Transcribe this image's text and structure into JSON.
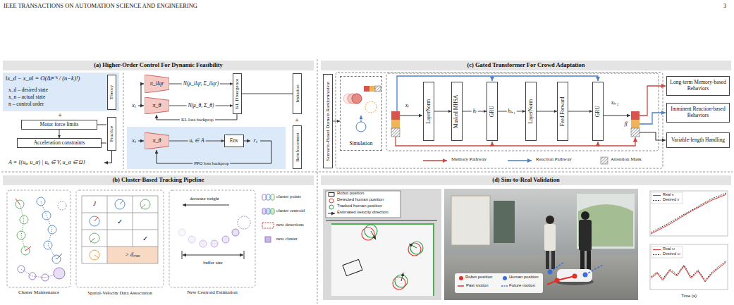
{
  "diagram": {
    "nodes": [
      {
        "text": [
          "(a) Higher-Order Control For Dynamic Feasibility"
        ]
      },
      {
        "text": [
          "‖x_d − x_n‖ = O(Δtⁿ⁻ᵏ / (n−k)!)",
          "x_d – desired state",
          "x_n – actual state",
          "n – control order"
        ]
      },
      {
        "text": [
          "Theory"
        ],
        "in": 1
      },
      {
        "text": [
          "Motor force limits"
        ]
      },
      {
        "text": [
          "Acceleration constraints"
        ]
      },
      {
        "text": [
          "Practice"
        ]
      },
      {
        "text": [
          "π_ilqr"
        ]
      },
      {
        "text": [
          "π_θ"
        ]
      },
      {
        "text": [
          "KL Divergence"
        ]
      },
      {
        "text": [
          "Imitation"
        ]
      },
      {
        "text": [
          "π_θ"
        ]
      },
      {
        "text": [
          "Env"
        ]
      },
      {
        "text": [
          "Reinforcement"
        ]
      },
      {
        "text": [
          "(c) Gated Transformer For Crowd Adaptation"
        ]
      },
      {
        "text": [
          "Scenario-Based Domain Randomization"
        ]
      },
      {
        "text": [
          "Simulation"
        ]
      },
      {
        "text": [
          "LayerNorm"
        ]
      },
      {
        "text": [
          "Masked MHSA"
        ]
      },
      {
        "text": [
          "GRU"
        ]
      },
      {
        "text": [
          "LayerNorm"
        ]
      },
      {
        "text": [
          "Feed Forward"
        ]
      },
      {
        "text": [
          "GRU"
        ]
      },
      {
        "text": [
          "Long-term Memory-based Behaviors"
        ]
      },
      {
        "text": [
          "Imminent Reaction-based Behaviors"
        ]
      },
      {
        "text": [
          "Variable-length Handling"
        ]
      },
      {
        "text": [
          "(b) Cluster-Based Tracking Pipeline"
        ]
      },
      {
        "text": [
          "(d) Sim-to-Real Validation"
        ]
      }
    ],
    "edges": [
      {
        "from": 3,
        "to": 4,
        "arrow": "to"
      },
      {
        "from": 6,
        "to": 8,
        "label": "N(μ_ilqr, Σ_ilqr)",
        "arrow": "to"
      },
      {
        "from": 7,
        "to": 8,
        "label": "N(μ_θ, Σ_θ)",
        "arrow": "to"
      },
      {
        "from": 8,
        "to": 9,
        "arrow": "none"
      },
      {
        "from": 10,
        "to": 11,
        "label": "uₜ ∈ A",
        "arrow": "to"
      },
      {
        "from": 14,
        "to": 15,
        "arrow": "to"
      },
      {
        "from": 16,
        "to": 17,
        "arrow": "to"
      },
      {
        "from": 17,
        "to": 18,
        "label": "hₗ",
        "arrow": "to"
      },
      {
        "from": 18,
        "to": 19,
        "label": "hₗ₊₁",
        "arrow": "to"
      },
      {
        "from": 19,
        "to": 20,
        "arrow": "to"
      },
      {
        "from": 20,
        "to": 21,
        "arrow": "to"
      }
    ],
    "labels": [
      "IEEE TRANSACTIONS ON AUTOMATION SCIENCE AND ENGINEERING",
      "3",
      "+",
      "A = {(uₐ, u_α) | uₐ ∈ V, u_α ∈ Ω}",
      "xₜ",
      "KL loss backprop",
      "+",
      "xₜ",
      "rₜ",
      "PPO loss backprop",
      "xₗ",
      "xₗ₊₁",
      "f(",
      "Cluster Maintenance",
      "J",
      "✓",
      "✓",
      "> dₘₐₓ",
      "Spatial-Velocity Data Association",
      "decrease weight",
      "buffer size",
      "New Centroid Estimation",
      "Time (s)"
    ],
    "legend": [
      {
        "text": "Memory Pathway"
      },
      {
        "text": "Reaction Pathway"
      },
      {
        "text": "Attention Mask"
      },
      {
        "text": "cluster points"
      },
      {
        "text": "cluster centroid"
      },
      {
        "text": "new detections"
      },
      {
        "text": "new cluster"
      },
      {
        "text": "Robot position"
      },
      {
        "text": "Detected human position"
      },
      {
        "text": "Tracked human position"
      },
      {
        "text": "Estimated velocity direction"
      },
      {
        "text": "Robot position",
        "color": "#e0302a"
      },
      {
        "text": "Human position",
        "color": "#3b6fd8"
      },
      {
        "text": "Past motion"
      },
      {
        "text": "Future motion"
      },
      {
        "text": "Real v"
      },
      {
        "text": "Desired v"
      },
      {
        "text": "Real ω"
      },
      {
        "text": "Desired ω"
      }
    ]
  }
}
